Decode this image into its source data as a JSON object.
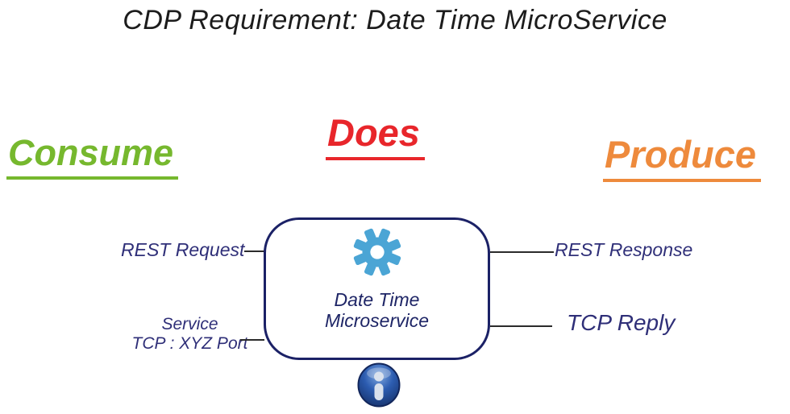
{
  "title": "CDP Requirement: Date Time MicroService",
  "headings": {
    "consume": "Consume",
    "does": "Does",
    "produce": "Produce"
  },
  "service_box": {
    "title_line1": "Date Time",
    "title_line2": "Microservice",
    "icon": "gear-icon"
  },
  "consume_labels": {
    "rest_request": "REST Request",
    "service_line1": "Service",
    "service_line2": "TCP : XYZ Port"
  },
  "produce_labels": {
    "rest_response": "REST Response",
    "tcp_reply": "TCP Reply"
  },
  "icons": {
    "gear": "gear-icon",
    "info": "info-icon"
  },
  "colors": {
    "consume_green": "#76B82E",
    "does_red": "#E8262B",
    "produce_orange": "#EE8A3C",
    "navy_border": "#1B2166",
    "label_navy": "#2F2F78",
    "gear_blue": "#4BA5D5",
    "info_blue": "#2C5CB0",
    "connector_dark": "#2B2B2B",
    "title_dark": "#1C1C1C"
  }
}
